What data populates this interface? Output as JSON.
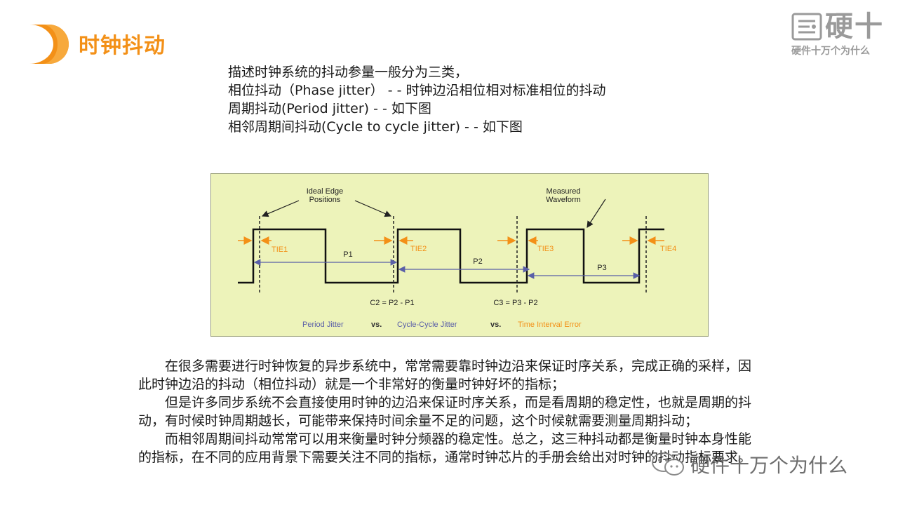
{
  "header": {
    "title": "时钟抖动"
  },
  "brand": {
    "name": "硬十",
    "tagline": "硬件十万个为什么"
  },
  "intro": {
    "lines": [
      "描述时钟系统的抖动参量一般分为三类，",
      "相位抖动（Phase jitter） -  - 时钟边沿相位相对标准相位的抖动",
      "周期抖动(Period jitter) -  - 如下图",
      "相邻周期间抖动(Cycle to cycle jitter) -  - 如下图"
    ]
  },
  "diagram": {
    "ideal_edge_label_1": "Ideal Edge",
    "ideal_edge_label_2": "Positions",
    "measured_label_1": "Measured",
    "measured_label_2": "Waveform",
    "tie_labels": [
      "TIE1",
      "TIE2",
      "TIE3",
      "TIE4"
    ],
    "period_labels": [
      "P1",
      "P2",
      "P3"
    ],
    "formula_1": "C2 = P2 - P1",
    "formula_2": "C3 = P3 - P2",
    "legend_period": "Period Jitter",
    "legend_vs": "vs.",
    "legend_cycle": "Cycle-Cycle Jitter",
    "legend_tie": "Time Interval Error",
    "colors": {
      "accent": "#f39017",
      "blue": "#5a5fa8",
      "background": "#edf3ba"
    }
  },
  "body": {
    "paragraphs": [
      "　　在很多需要进行时钟恢复的异步系统中，常常需要靠时钟边沿来保证时序关系，完成正确的采样，因此时钟边沿的抖动（相位抖动）就是一个非常好的衡量时钟好坏的指标；",
      "　　但是许多同步系统不会直接使用时钟的边沿来保证时序关系，而是看周期的稳定性，也就是周期的抖动，有时候时钟周期越长，可能带来保持时间余量不足的问题，这个时候就需要测量周期抖动；",
      "　　而相邻周期间抖动常常可以用来衡量时钟分频器的稳定性。总之，这三种抖动都是衡量时钟本身性能的指标，在不同的应用背景下需要关注不同的指标，通常时钟芯片的手册会给出对时钟的抖动指标要求。"
    ]
  },
  "watermark": {
    "text": "硬件十万个为什么"
  }
}
